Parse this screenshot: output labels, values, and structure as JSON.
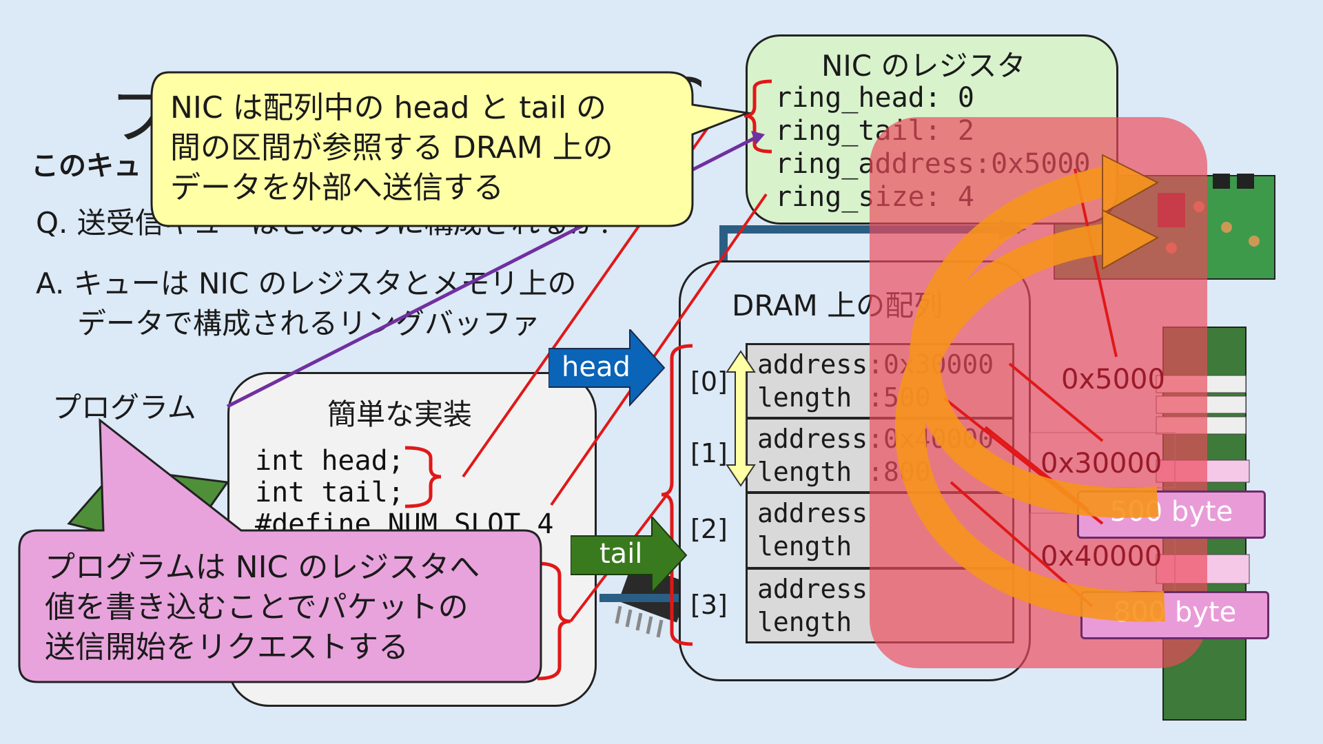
{
  "slide": {
    "title": "プ",
    "title_end": "C",
    "subtitle": "このキュ",
    "subtitle_end": "論",
    "question": "Q. 送受信キューはどのように構成されるか？",
    "answer_line1": "A. キューは NIC のレジスタとメモリ上の",
    "answer_line2": "データで構成されるリングバッファ",
    "program_label": "プログラム"
  },
  "impl": {
    "title": "簡単な実装",
    "code_line1": "int head;",
    "code_line2": "int tail;",
    "code_line3": "#define NUM_SLOT 4"
  },
  "nic": {
    "title": "NIC のレジスタ",
    "reg_head": "ring_head: 0",
    "reg_tail": "ring_tail: 2",
    "reg_address": "ring_address:0x5000",
    "reg_size": "ring_size: 4"
  },
  "dram": {
    "title": "DRAM 上の配列",
    "indices": [
      "[0]",
      "[1]",
      "[2]",
      "[3]"
    ],
    "slots": [
      {
        "address": "address:0x30000",
        "length": "length :500"
      },
      {
        "address": "address:0x40000",
        "length": "length :800"
      },
      {
        "address": "address",
        "length": "length"
      },
      {
        "address": "address",
        "length": "length"
      }
    ]
  },
  "memory": {
    "addr_5000": "0x5000",
    "addr_30000": "0x30000",
    "addr_40000": "0x40000",
    "byte_500": "500 byte",
    "byte_800": "800 byte"
  },
  "tags": {
    "head": "head",
    "tail": "tail"
  },
  "callouts": {
    "yellow": "NIC は配列中の head と tail の\n間の区間が参照する DRAM 上の\nデータを外部へ送信する",
    "pink": "プログラムは NIC のレジスタへ\n値を書き込むことでパケットの\n送信開始をリクエストする"
  },
  "colors": {
    "background": "#dce9f6",
    "yellow_callout": "#ffffa6",
    "pink_callout": "#e8a3dc",
    "nic_box": "#d8f2cc",
    "red_overlay": "#ec4a5c",
    "head_tag": "#0a64b8",
    "tail_tag": "#3a7a1e",
    "connector_red": "#e01818",
    "connector_purple": "#7030a0",
    "orange_arrow": "#f7941d"
  }
}
